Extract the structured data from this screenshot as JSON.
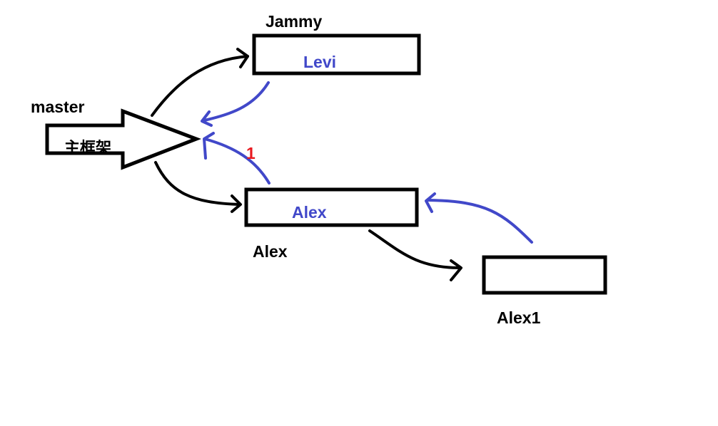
{
  "branches": {
    "master": {
      "label": "master",
      "inner": "主框架"
    },
    "jammy": {
      "label": "Jammy",
      "inner": "Levi"
    },
    "alex": {
      "label": "Alex",
      "inner": "Alex"
    },
    "alex1": {
      "label": "Alex1",
      "inner": ""
    }
  },
  "annotations": {
    "step": "1"
  },
  "colors": {
    "stroke": "#000000",
    "merge": "#4148c9",
    "step": "#e8191f"
  }
}
